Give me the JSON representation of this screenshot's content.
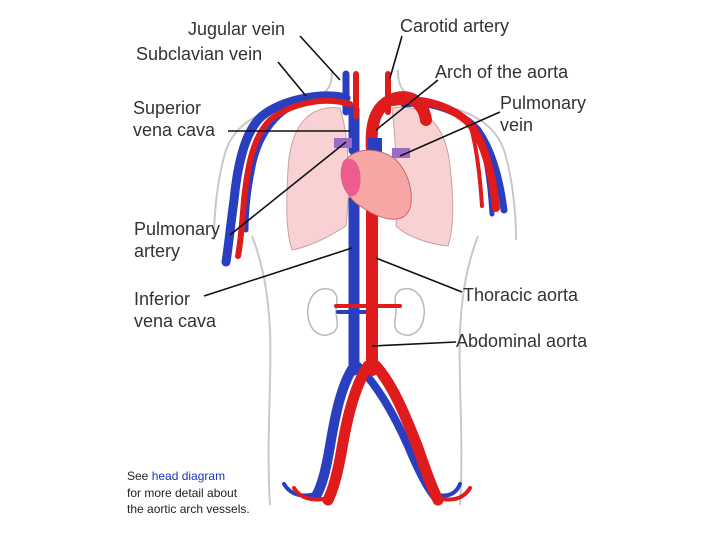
{
  "labels": {
    "jugular_vein": "Jugular vein",
    "subclavian_vein": "Subclavian vein",
    "superior_vena_cava": [
      "Superior",
      "vena cava"
    ],
    "pulmonary_artery": [
      "Pulmonary",
      "artery"
    ],
    "inferior_vena_cava": [
      "Inferior",
      "vena cava"
    ],
    "carotid_artery": "Carotid artery",
    "arch_of_aorta": "Arch of the aorta",
    "pulmonary_vein": [
      "Pulmonary",
      "vein"
    ],
    "thoracic_aorta": "Thoracic aorta",
    "abdominal_aorta": "Abdominal aorta"
  },
  "note": {
    "prefix": "See ",
    "link_text": "head diagram",
    "line2": "for more detail about",
    "line3": "the aortic arch vessels."
  },
  "colors": {
    "artery": "#e01b1b",
    "vein": "#2a3fbf",
    "lung": "#f8d2d2",
    "heart": "#f7a6a6",
    "body_outline": "#c8c8c8",
    "text": "#333333",
    "link": "#1a35c8"
  }
}
